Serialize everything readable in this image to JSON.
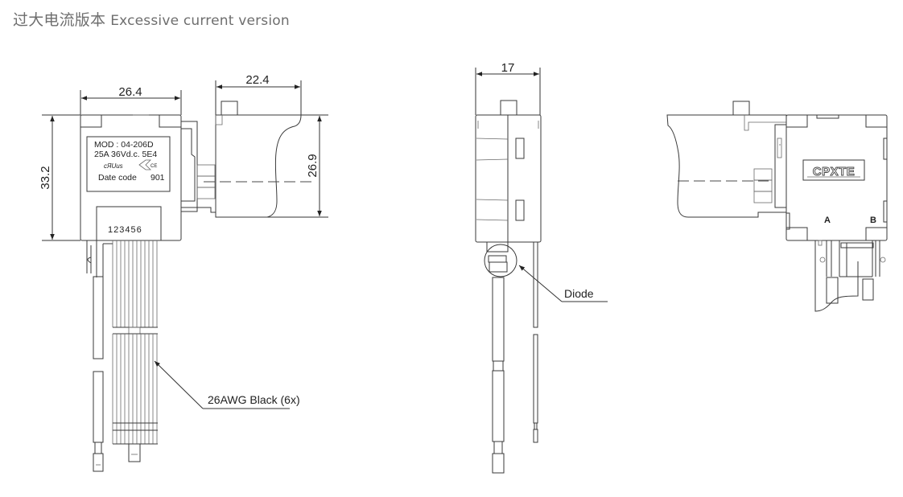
{
  "header": {
    "title_cn": "过大电流版本",
    "title_en": "Excessive current version"
  },
  "front_view": {
    "dim_width": "26.4",
    "dim_trigger_width": "22.4",
    "dim_height": "33.2",
    "dim_trigger_height": "26.9",
    "label": {
      "model": "MOD : 04-206D",
      "rating": "25A  36Vd.c. 5E4",
      "cert_ul": "cЯUus",
      "cert_ce": "CE",
      "date_code_label": "Date code",
      "date_code_value": "901"
    },
    "pin_numbers": "123456",
    "wire_callout": "26AWG Black (6x)"
  },
  "side_view": {
    "dim_width": "17",
    "diode_callout": "Diode"
  },
  "rear_view": {
    "brand_logo": "CPXTE",
    "terminal_a": "A",
    "terminal_b": "B"
  }
}
